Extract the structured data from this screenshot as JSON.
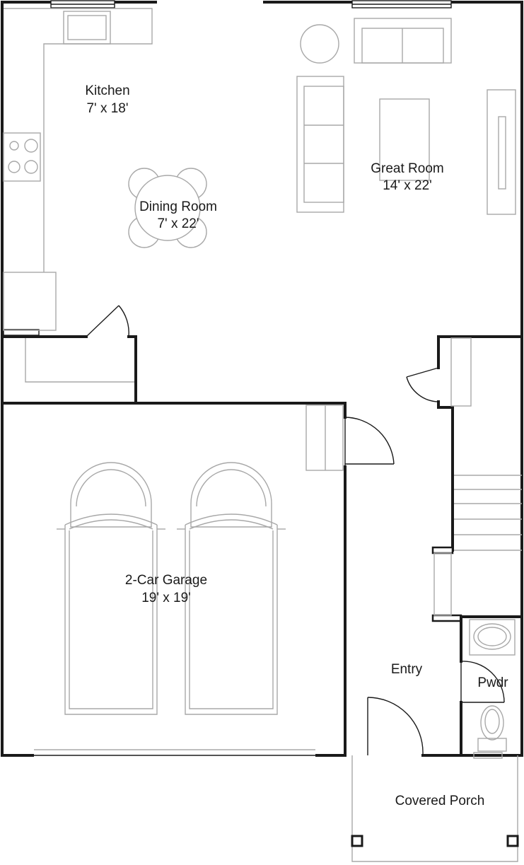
{
  "rooms": {
    "kitchen": {
      "name": "Kitchen",
      "size": "7' x 18'"
    },
    "dining": {
      "name": "Dining Room",
      "size": "7' x 22'"
    },
    "great": {
      "name": "Great Room",
      "size": "14' x 22'"
    },
    "garage": {
      "name": "2-Car Garage",
      "size": "19' x 19'"
    },
    "entry": {
      "name": "Entry"
    },
    "powder": {
      "name": "Pwdr"
    },
    "porch": {
      "name": "Covered Porch"
    }
  },
  "colors": {
    "wall": "#1a1a1a",
    "fixture": "#a8a8a8",
    "background": "#ffffff"
  }
}
